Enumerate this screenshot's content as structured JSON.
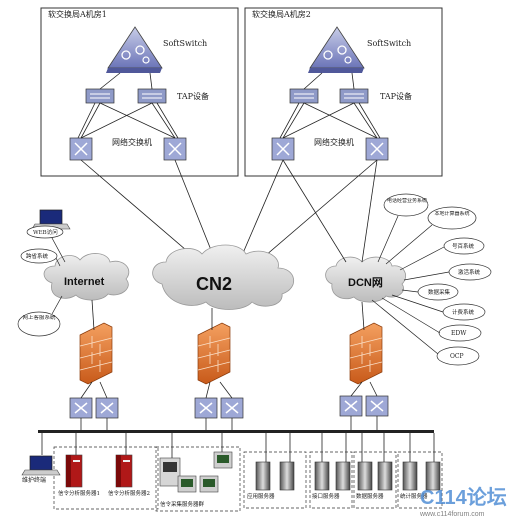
{
  "rooms": [
    {
      "title": "软交换局A机房1",
      "softswitch": "SoftSwitch",
      "tap": "TAP设备",
      "switch": "网络交换机"
    },
    {
      "title": "软交换局A机房2",
      "softswitch": "SoftSwitch",
      "tap": "TAP设备",
      "switch": "网络交换机"
    }
  ],
  "clouds": {
    "internet": "Internet",
    "cn2": "CN2",
    "dcn": "DCN网"
  },
  "left_bubbles": [
    "WEB访问",
    "跨省系统",
    "网上客服系统"
  ],
  "right_bubbles": [
    "电话经营业务系统",
    "本地计算器系统",
    "号百系统",
    "激活系统",
    "数据采集",
    "计费系统",
    "EDW",
    "OCP"
  ],
  "bottom_labels": {
    "terminal": "维护终端",
    "analysis_servers": [
      "信令分析服务器1",
      "信令分析服务器2"
    ],
    "collection": "信令采集服务器群",
    "app_servers": "应用服务器",
    "db_servers": "数据服务器",
    "other_servers": [
      "接口服务器",
      "统计服务器"
    ]
  },
  "watermark": {
    "brand": "C114论坛",
    "url": "www.c114forum.com"
  }
}
